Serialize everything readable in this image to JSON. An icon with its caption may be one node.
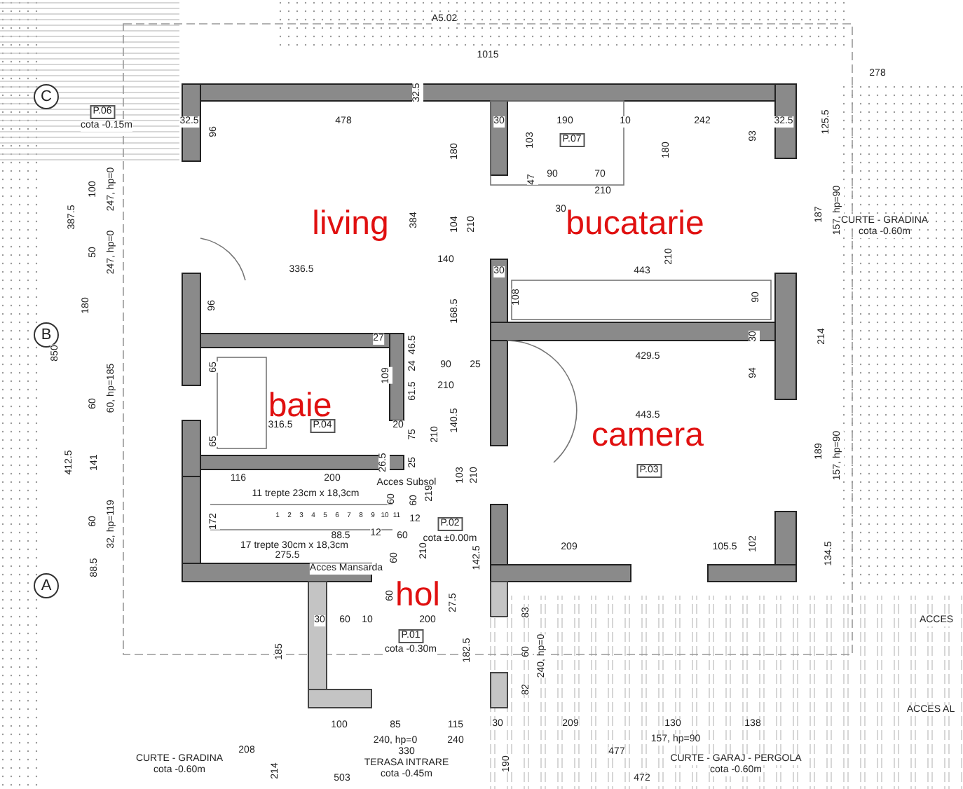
{
  "diagram": {
    "nodes": [
      {
        "text": [
          "living"
        ]
      },
      {
        "text": [
          "bucatarie"
        ]
      },
      {
        "text": [
          "baie"
        ]
      },
      {
        "text": [
          "camera"
        ]
      },
      {
        "text": [
          "hol"
        ]
      }
    ],
    "edges": [],
    "labels": [
      "A5.02",
      "1015",
      "278",
      "32.5",
      "C",
      "P.06",
      "cota -0.15m",
      "32.5",
      "478",
      "30",
      "190",
      "10",
      "242",
      "32.5",
      "125.5",
      "96",
      "93",
      "103",
      "P.07",
      "180",
      "180",
      "90",
      "70",
      "47",
      "210",
      "100",
      "247, hp=0",
      "387.5",
      "384",
      "104",
      "210",
      "30",
      "187",
      "157, hp=90",
      "CURTE - GRADINA",
      "cota -0.60m",
      "50",
      "247, hp=0",
      "140",
      "210",
      "336.5",
      "30",
      "443",
      "108",
      "90",
      "96",
      "180",
      "168.5",
      "B",
      "30",
      "214",
      "27",
      "46.5",
      "850",
      "429.5",
      "65",
      "24",
      "90",
      "25",
      "94",
      "109",
      "210",
      "61.5",
      "60, hp=185",
      "60",
      "443.5",
      "140.5",
      "316.5",
      "P.04",
      "20",
      "75",
      "210",
      "65",
      "189",
      "157, hp=90",
      "412.5",
      "141",
      "26.5",
      "25",
      "P.03",
      "103",
      "210",
      "116",
      "200",
      "Acces Subsol",
      "219",
      "11 trepte 23cm x 18,3cm",
      "60",
      "60",
      "1",
      "2",
      "3",
      "4",
      "5",
      "6",
      "7",
      "8",
      "9",
      "10",
      "11",
      "172",
      "60",
      "32, hp=119",
      "12",
      "P.02",
      "88.5",
      "12",
      "60",
      "cota ±0.00m",
      "142.5",
      "17 trepte 30cm x 18,3cm",
      "210",
      "209",
      "105.5",
      "102",
      "134.5",
      "275.5",
      "60",
      "Acces Mansarda",
      "88.5",
      "A",
      "60",
      "27.5",
      "83",
      "30",
      "60",
      "10",
      "200",
      "ACCES",
      "P.01",
      "cota -0.30m",
      "182.5",
      "185",
      "60",
      "240, hp=0",
      "82",
      "ACCES AL",
      "100",
      "85",
      "115",
      "30",
      "209",
      "130",
      "138",
      "240, hp=0",
      "240",
      "157, hp=90",
      "208",
      "330",
      "477",
      "CURTE - GRADINA",
      "cota -0.60m",
      "TERASA INTRARE",
      "cota -0.45m",
      "CURTE - GARAJ - PERGOLA",
      "cota -0.60m",
      "214",
      "190",
      "503",
      "472"
    ]
  }
}
